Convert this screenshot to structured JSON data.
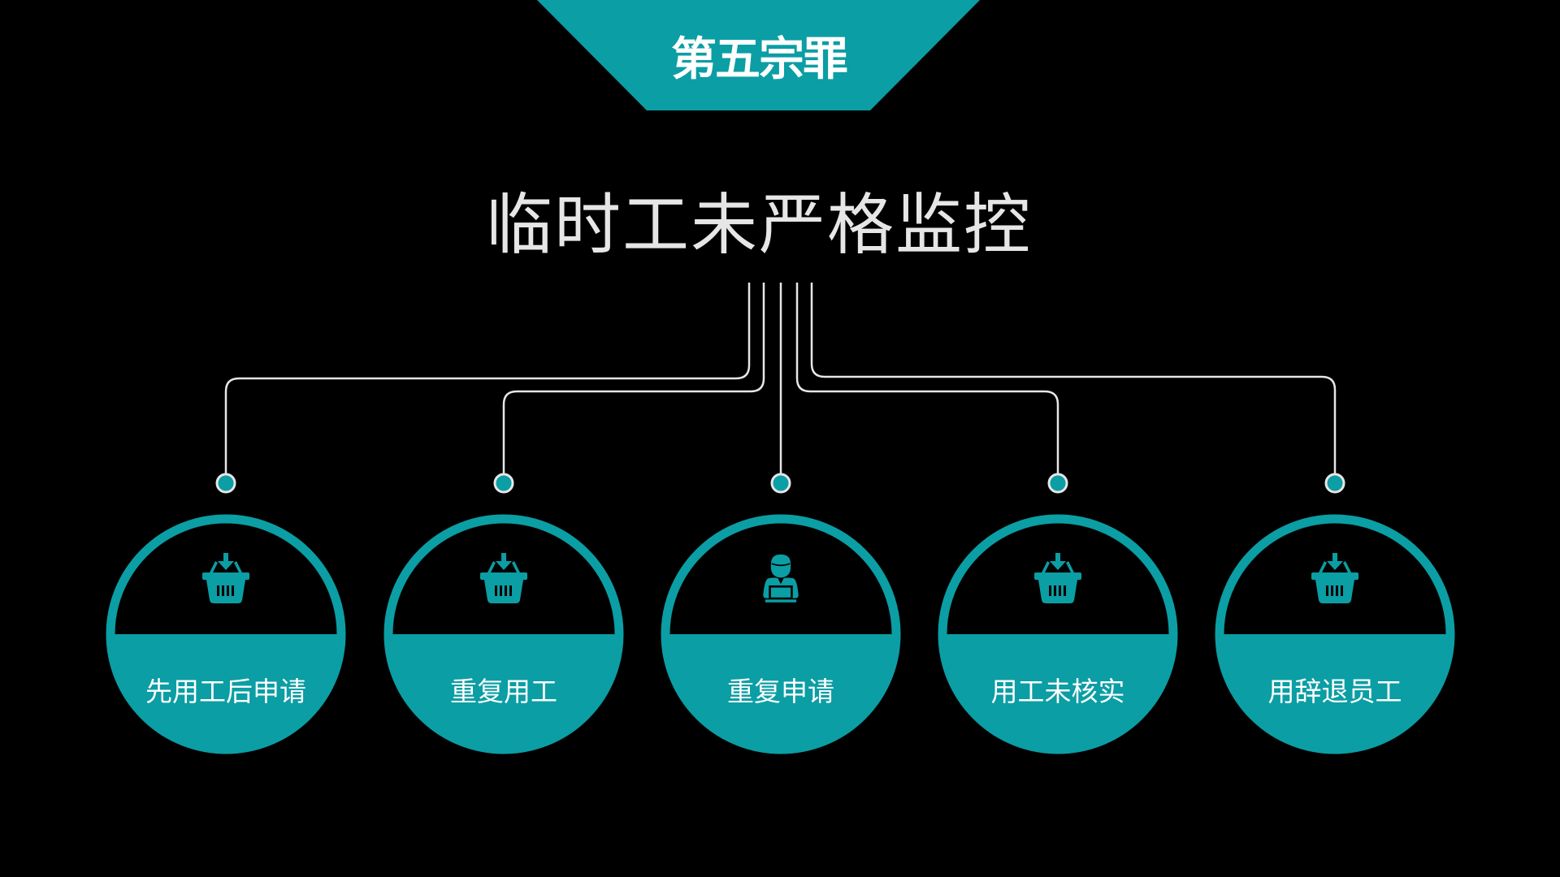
{
  "colors": {
    "accent": "#0b9ea4",
    "background": "#000000",
    "line": "#e6e6e6"
  },
  "banner": {
    "title": "第五宗罪"
  },
  "main": {
    "title": "临时工未严格监控"
  },
  "nodes": [
    {
      "label": "先用工后申请",
      "icon": "basket-download-icon"
    },
    {
      "label": "重复用工",
      "icon": "basket-download-icon"
    },
    {
      "label": "重复申请",
      "icon": "person-laptop-icon"
    },
    {
      "label": "用工未核实",
      "icon": "basket-download-icon"
    },
    {
      "label": "用辞退员工",
      "icon": "basket-download-icon"
    }
  ]
}
